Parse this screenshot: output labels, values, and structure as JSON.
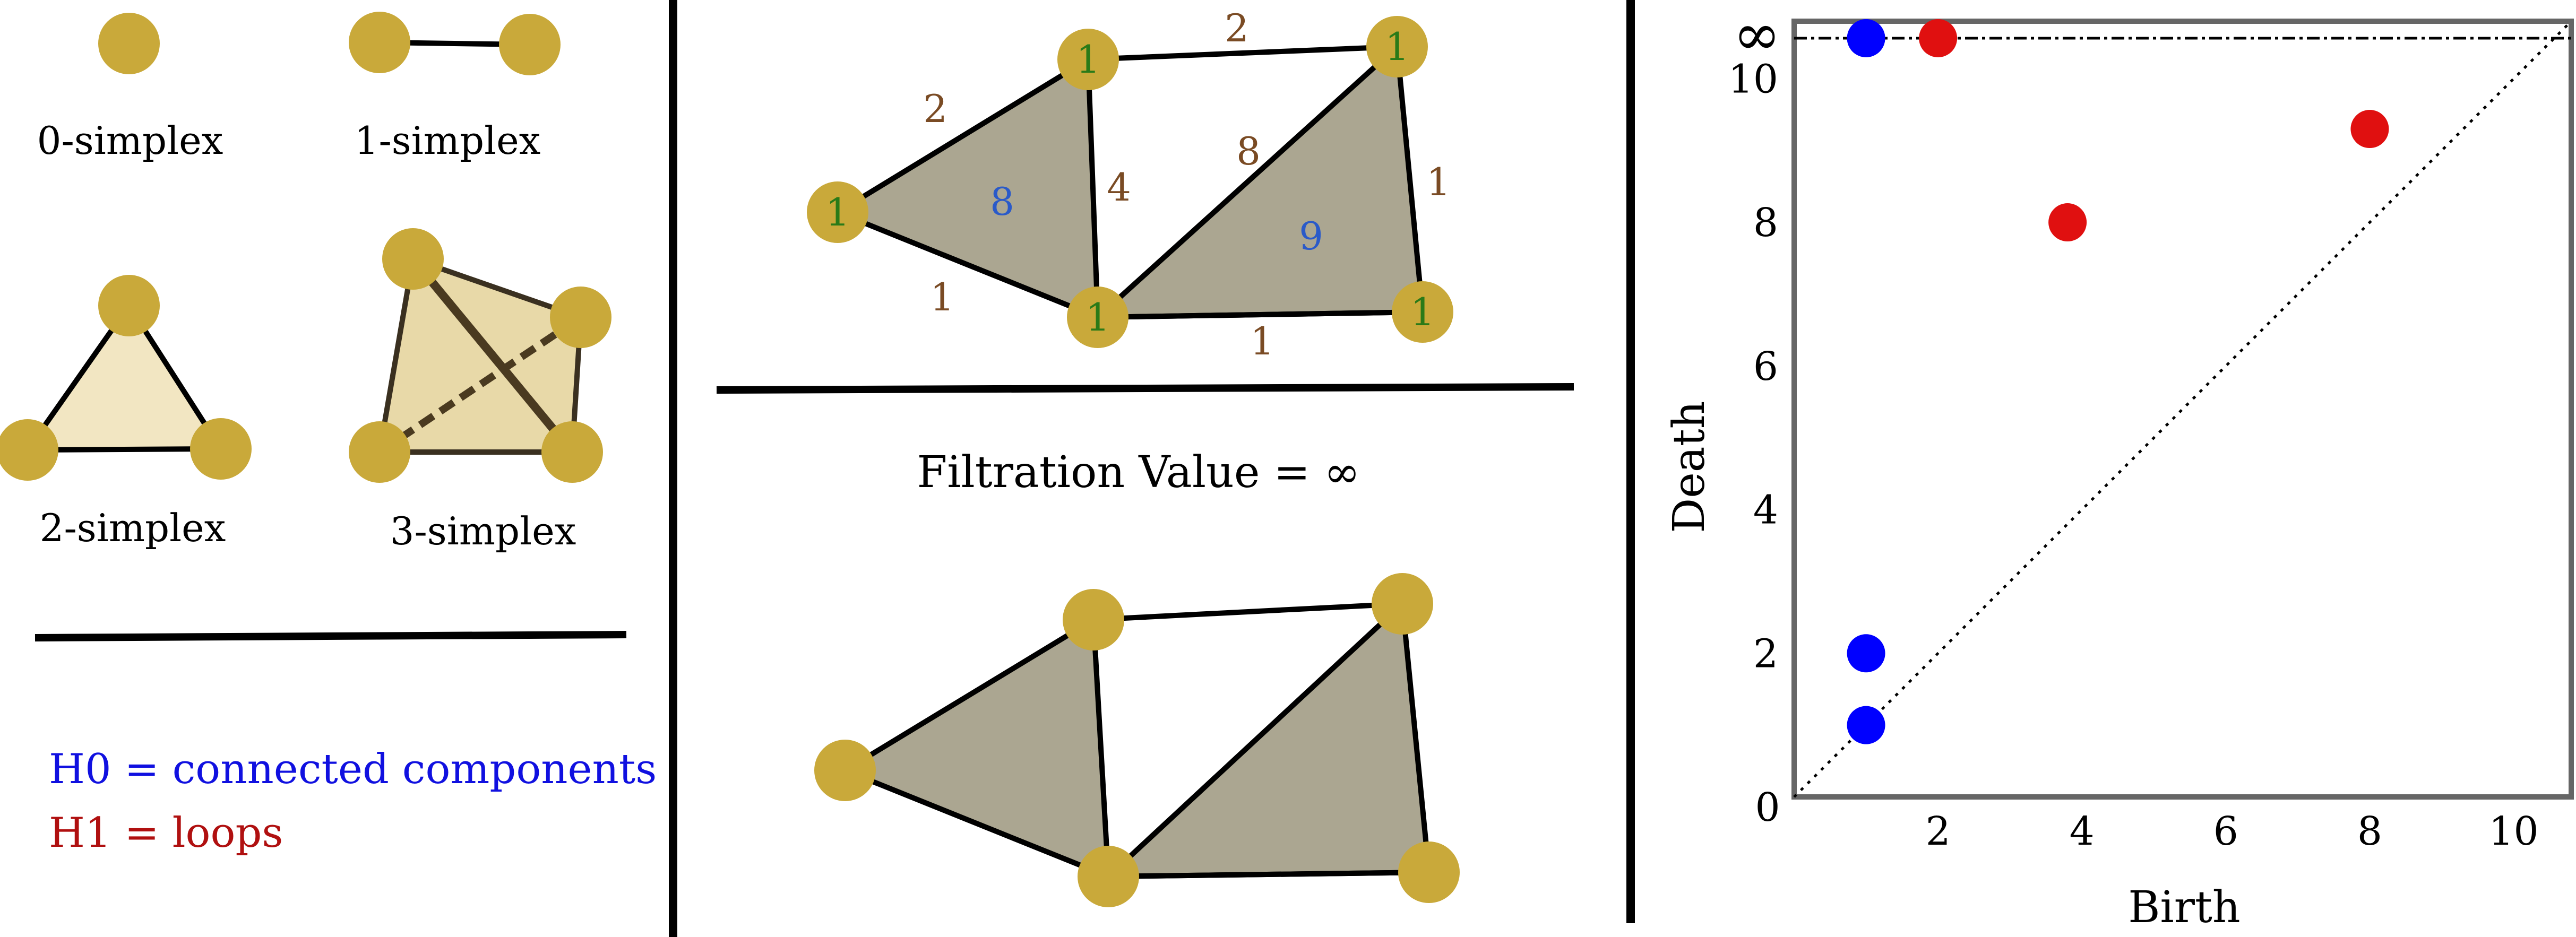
{
  "colors": {
    "vertex": "#c9a93a",
    "triangle_fill": "#aba691",
    "simplex_fill": "#f2e6c2",
    "tetra_fill": "#e8d9a8",
    "edge_label": "#7a4b24",
    "vertex_label": "#2a7a18",
    "triangle_label": "#2a5ac9",
    "h0": "#0000ff",
    "h1": "#e01010",
    "h0_text": "#1010e0",
    "h1_text": "#b01010"
  },
  "simplices": {
    "s0": "0-simplex",
    "s1": "1-simplex",
    "s2": "2-simplex",
    "s3": "3-simplex"
  },
  "legend": {
    "h0": "H0 = connected components",
    "h1": "H1 = loops"
  },
  "complex": {
    "vertex_label": "1",
    "edge_labels": [
      "2",
      "2",
      "1",
      "4",
      "8",
      "1",
      "1"
    ],
    "triangle_labels": [
      "8",
      "9"
    ]
  },
  "filtration_label": "Filtration Value = ∞",
  "chart_data": {
    "type": "scatter",
    "title": "",
    "xlabel": "Birth",
    "ylabel": "Death",
    "xlim": [
      0,
      10.8
    ],
    "ylim": [
      0,
      10.8
    ],
    "xticks": [
      "2",
      "4",
      "6",
      "8",
      "10"
    ],
    "yticks": [
      "2",
      "4",
      "6",
      "8",
      "10"
    ],
    "origin_label": "0",
    "infinity_label": "∞",
    "diagonal": true,
    "infinity_line": true,
    "series": [
      {
        "key": "H0",
        "color": "#0000ff",
        "points": [
          [
            1,
            1
          ],
          [
            1,
            2
          ],
          [
            1,
            "inf"
          ]
        ]
      },
      {
        "key": "H1",
        "color": "#e01010",
        "points": [
          [
            2,
            "inf"
          ],
          [
            3.8,
            8
          ],
          [
            8,
            9.3
          ]
        ]
      }
    ]
  }
}
